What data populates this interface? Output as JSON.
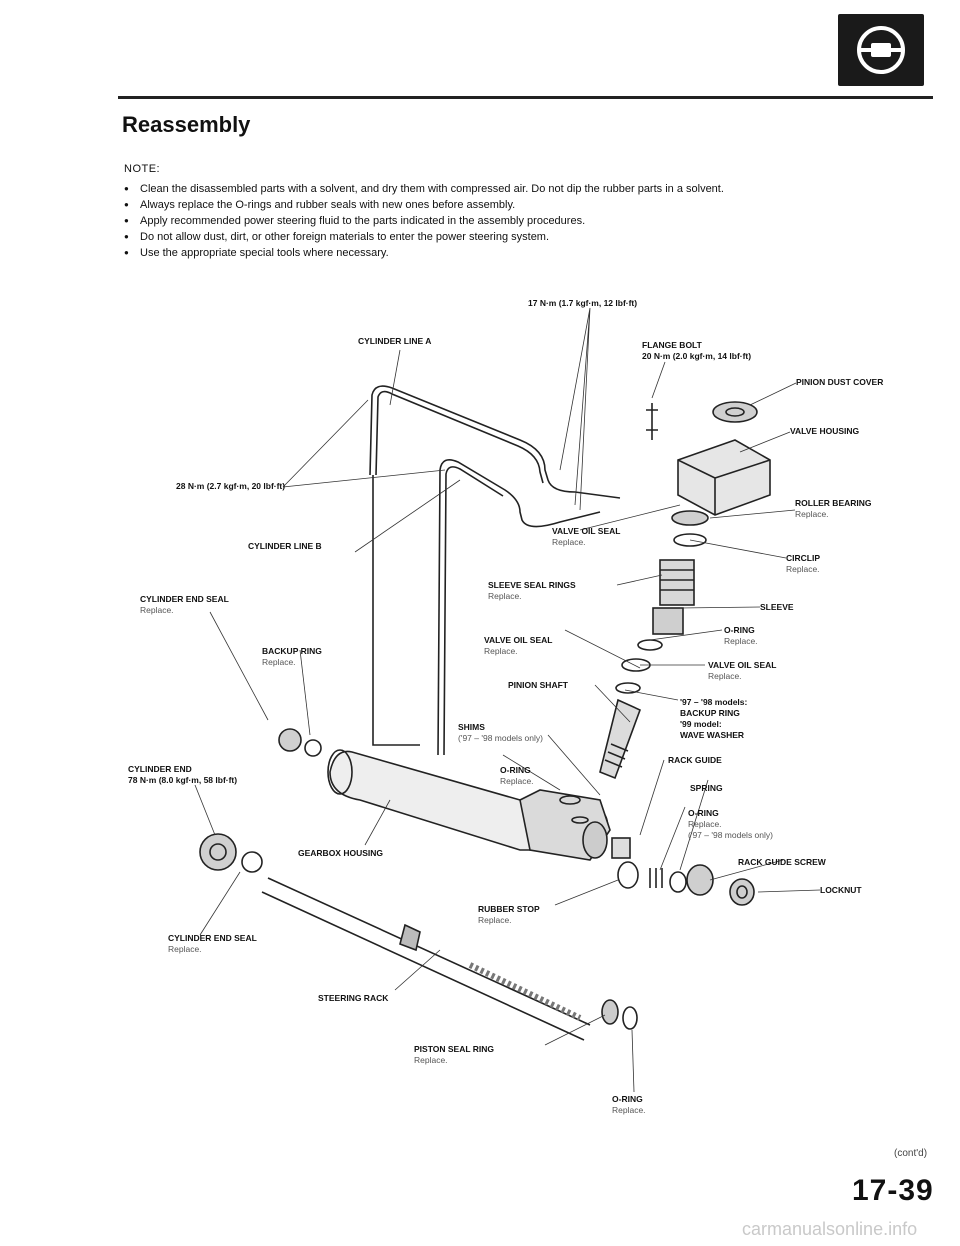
{
  "header": {
    "section_icon": "steering-wheel-icon"
  },
  "title": "Reassembly",
  "note_heading": "NOTE:",
  "notes": [
    "Clean the disassembled parts with a solvent, and dry them with compressed air. Do not dip the rubber parts in a solvent.",
    "Always replace the O-rings and rubber seals with new ones before assembly.",
    "Apply recommended power steering fluid to the parts indicated in the assembly procedures.",
    "Do not allow dust, dirt, or other foreign materials to enter the power steering system.",
    "Use the appropriate special tools where necessary."
  ],
  "labels": {
    "torque_17": "17 N·m (1.7 kgf·m, 12 lbf·ft)",
    "cylinder_line_a": "CYLINDER LINE A",
    "flange_bolt": "FLANGE BOLT",
    "flange_bolt_torque": "20 N·m (2.0 kgf·m, 14 lbf·ft)",
    "pinion_dust_cover": "PINION DUST COVER",
    "valve_housing": "VALVE HOUSING",
    "torque_28": "28 N·m (2.7 kgf·m, 20 lbf·ft)",
    "roller_bearing": "ROLLER BEARING",
    "replace": "Replace.",
    "cylinder_line_b": "CYLINDER LINE B",
    "valve_oil_seal": "VALVE OIL SEAL",
    "circlip": "CIRCLIP",
    "sleeve_seal_rings": "SLEEVE SEAL RINGS",
    "cylinder_end_seal": "CYLINDER END SEAL",
    "sleeve": "SLEEVE",
    "o_ring": "O-RING",
    "backup_ring": "BACKUP RING",
    "pinion_shaft": "PINION SHAFT",
    "models_97_98": "'97 – '98 models:",
    "backup_ring_2": "BACKUP RING",
    "model_99": "'99 model:",
    "wave_washer": "WAVE WASHER",
    "shims": "SHIMS",
    "shims_note": "('97 – '98 models only)",
    "cylinder_end": "CYLINDER END",
    "cylinder_end_torque": "78 N·m (8.0 kgf·m, 58 lbf·ft)",
    "rack_guide": "RACK GUIDE",
    "spring": "SPRING",
    "o_ring_note": "('97 – '98 models only)",
    "gearbox_housing": "GEARBOX HOUSING",
    "rack_guide_screw": "RACK GUIDE SCREW",
    "locknut": "LOCKNUT",
    "rubber_stop": "RUBBER STOP",
    "steering_rack": "STEERING RACK",
    "piston_seal_ring": "PISTON SEAL RING"
  },
  "footer": {
    "contd": "(cont'd)",
    "page_number": "17-39",
    "watermark": "carmanualsonline.info"
  }
}
